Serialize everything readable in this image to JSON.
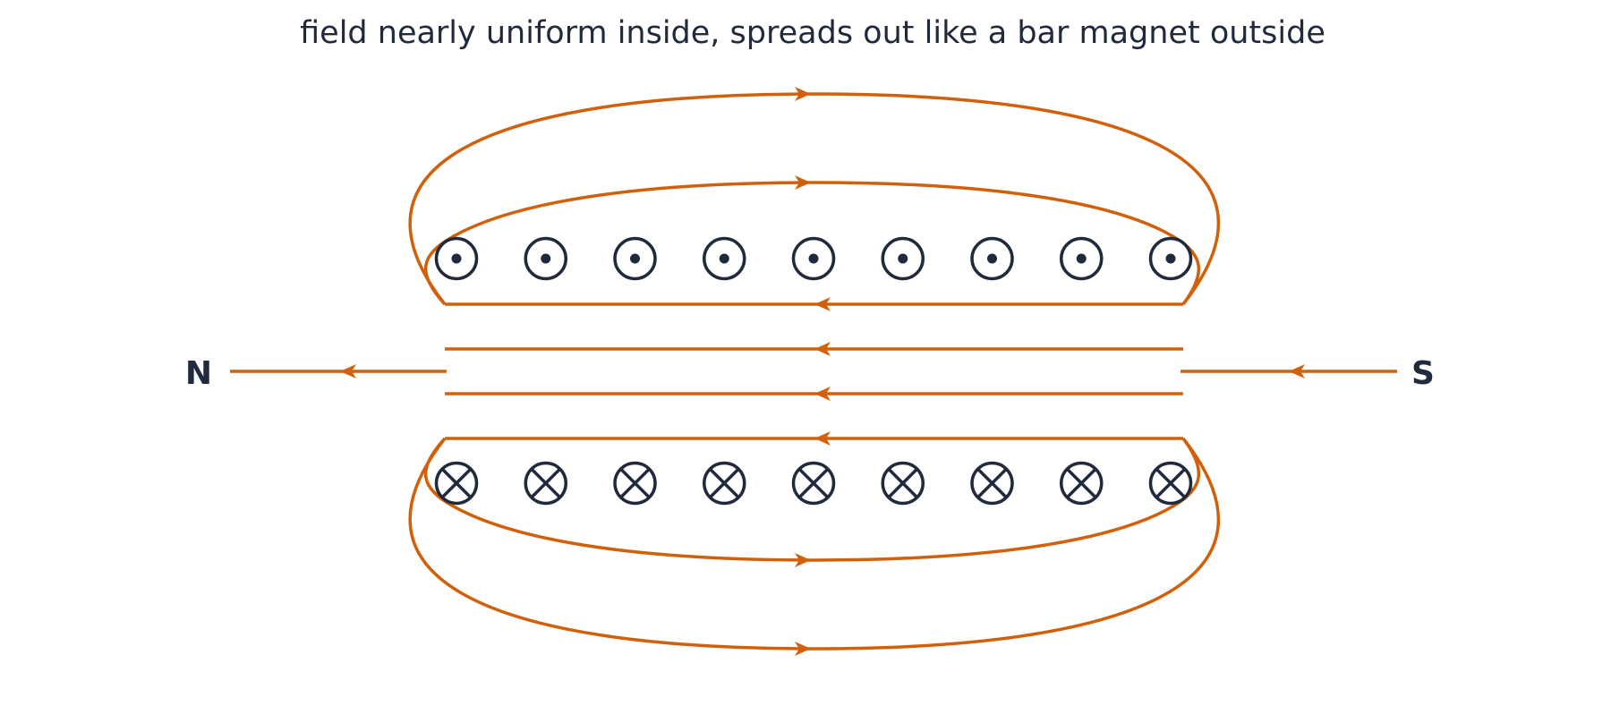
{
  "title": "field nearly uniform inside, spreads out like a bar magnet outside",
  "poles": {
    "north": "N",
    "south": "S"
  },
  "colors": {
    "field": "#d2600a",
    "ink": "#1f2a3c",
    "background": "#ffffff"
  },
  "coils": {
    "top_row": {
      "count": 9,
      "symbol": "dot",
      "meaning": "current out of page"
    },
    "bottom_row": {
      "count": 9,
      "symbol": "cross",
      "meaning": "current into page"
    }
  },
  "field_lines": {
    "interior_direction": "toward N",
    "exterior_direction": "N to S",
    "interior_count": 4,
    "exterior_loops_per_side": 2
  }
}
